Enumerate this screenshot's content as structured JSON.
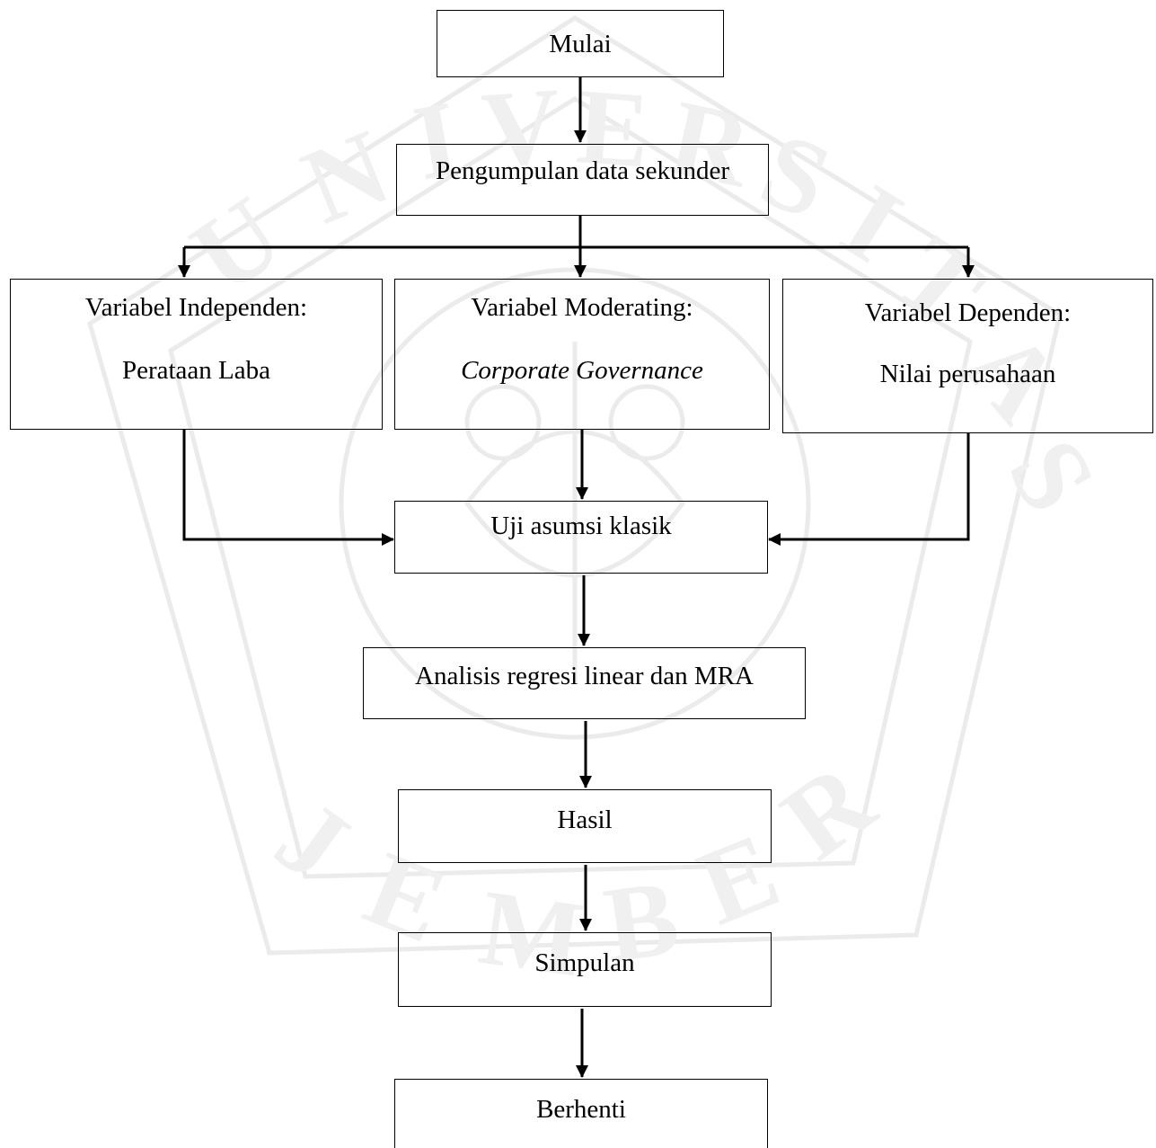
{
  "diagram": {
    "nodes": {
      "mulai": "Mulai",
      "pengumpulan": "Pengumpulan data sekunder",
      "independen": {
        "heading": "Variabel Independen:",
        "name": "Perataan Laba"
      },
      "moderating": {
        "heading": "Variabel Moderating:",
        "name": "Corporate Governance"
      },
      "dependen": {
        "heading": "Variabel Dependen:",
        "name": "Nilai perusahaan"
      },
      "uji": "Uji asumsi klasik",
      "analisis": "Analisis regresi linear dan MRA",
      "hasil": "Hasil",
      "simpulan": "Simpulan",
      "berhenti": "Berhenti"
    },
    "edges": [
      {
        "from": "mulai",
        "to": "pengumpulan"
      },
      {
        "from": "pengumpulan",
        "to": "independen"
      },
      {
        "from": "pengumpulan",
        "to": "moderating"
      },
      {
        "from": "pengumpulan",
        "to": "dependen"
      },
      {
        "from": "independen",
        "to": "uji"
      },
      {
        "from": "moderating",
        "to": "uji"
      },
      {
        "from": "dependen",
        "to": "uji"
      },
      {
        "from": "uji",
        "to": "analisis"
      },
      {
        "from": "analisis",
        "to": "hasil"
      },
      {
        "from": "hasil",
        "to": "simpulan"
      },
      {
        "from": "simpulan",
        "to": "berhenti"
      }
    ],
    "watermark": {
      "lettering": "UNIVERSITAS JEMBER",
      "color": "#ebebeb"
    },
    "colors": {
      "stroke": "#000000",
      "background": "#ffffff"
    }
  }
}
